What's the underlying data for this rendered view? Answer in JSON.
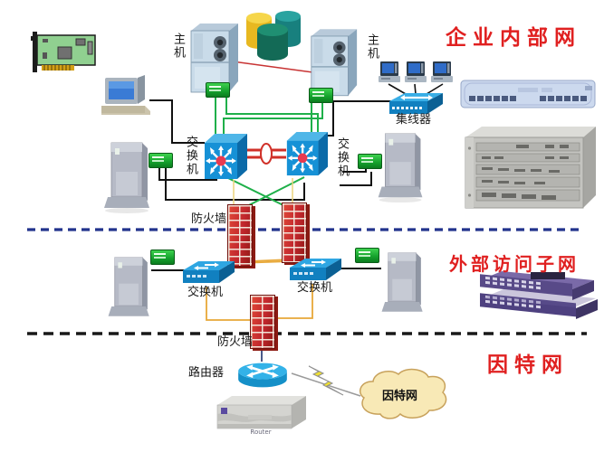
{
  "titles": {
    "internal": "企业内部网",
    "external_subnet": "外部访问子网",
    "internet": "因特网"
  },
  "labels": {
    "host_left": "主机",
    "host_right": "主机",
    "hub": "集线器",
    "core_switch_left": "交换机",
    "core_switch_right": "交换机",
    "firewall_upper": "防火墙",
    "dmz_switch_left": "交换机",
    "dmz_switch_right": "交换机",
    "firewall_lower": "防火墙",
    "router": "路由器",
    "internet_cloud": "因特网",
    "router_device": "Router"
  },
  "colors": {
    "section_title_red": "#e02020",
    "line_black": "#111111",
    "line_green": "#1fb04a",
    "line_orange": "#e8a838",
    "redundant_link_red": "#d03028",
    "divider_navy": "#22338c",
    "divider_black": "#181818",
    "switch_blue": "#1691d6",
    "firewall_red": "#c1272d",
    "cloud_fill": "#f8e9b6",
    "stacked_switch_purple": "#584a88"
  },
  "icons": [
    "network-card-icon",
    "desktop-pc-icon",
    "host-server-icon",
    "database-stack-icon",
    "workstation-icon",
    "hub-icon",
    "core-switch-icon",
    "tower-server-icon",
    "nic-adapter-icon",
    "firewall-icon",
    "dmz-switch-icon",
    "rack-hub-icon",
    "modular-chassis-icon",
    "stacked-switches-icon",
    "router-icon",
    "desktop-router-icon",
    "internet-cloud-icon",
    "lightning-icon"
  ]
}
